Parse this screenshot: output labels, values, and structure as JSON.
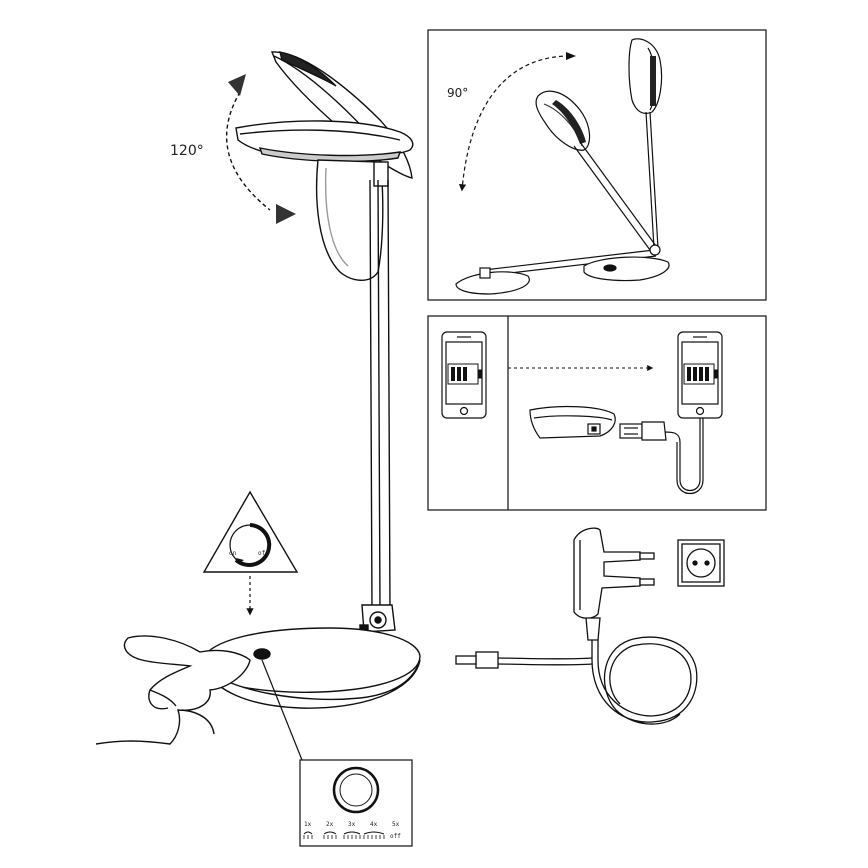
{
  "lamp": {
    "head_rotation_label": "120°"
  },
  "fold_panel": {
    "rotation_label": "90°"
  },
  "touch_switch": {
    "on_label": "on",
    "off_label": "off"
  },
  "brightness_panel": {
    "levels": [
      "1x",
      "2x",
      "3x",
      "4x",
      "5x"
    ],
    "off_label": "off"
  },
  "colors": {
    "stroke": "#111111",
    "fill_dark": "#1a1a1a",
    "fill_mid": "#777777",
    "battery_green": "#111111"
  },
  "icons": [
    "arrow-icon",
    "phone-icon",
    "battery-icon",
    "usb-plug-icon",
    "power-adapter-icon",
    "wall-socket-icon",
    "touch-button-icon"
  ]
}
